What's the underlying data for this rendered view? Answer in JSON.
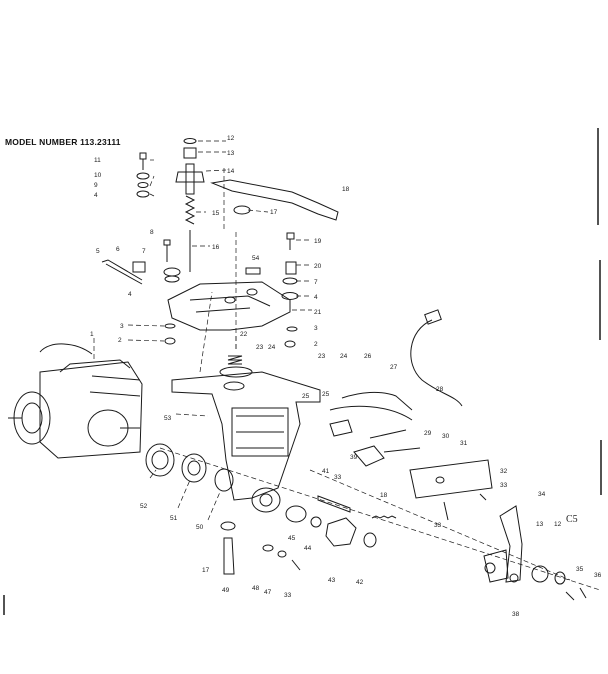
{
  "title": "MODEL NUMBER 113.23111",
  "corner_mark": "C5",
  "ink": "#1a1a1a",
  "labels": [
    "12",
    "13",
    "14",
    "11",
    "10",
    "9",
    "4",
    "18",
    "8",
    "15",
    "16",
    "17",
    "19",
    "5",
    "6",
    "7",
    "54",
    "20",
    "7",
    "4",
    "4",
    "21",
    "3",
    "3",
    "2",
    "2",
    "1",
    "22",
    "23",
    "24",
    "23",
    "24",
    "26",
    "27",
    "25",
    "25",
    "28",
    "53",
    "29",
    "30",
    "31",
    "39",
    "41",
    "33",
    "32",
    "33",
    "34",
    "52",
    "51",
    "50",
    "18",
    "33",
    "45",
    "44",
    "43",
    "42",
    "17",
    "49",
    "48",
    "47",
    "33",
    "13",
    "12",
    "35",
    "36",
    "38"
  ]
}
